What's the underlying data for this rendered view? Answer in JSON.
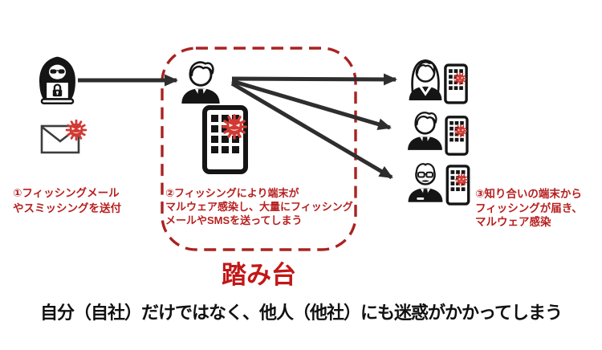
{
  "labels": {
    "step1": {
      "lines": [
        "①フィッシングメール",
        "やスミッシングを送付"
      ]
    },
    "step2": {
      "lines": [
        "②フィッシングにより端末が",
        "マルウェア感染し、大量にフィッシング",
        "メールやSMSを送ってしまう"
      ]
    },
    "step3": {
      "lines": [
        "③知り合いの端末から",
        "フィッシングが届き、",
        "マルウェア感染"
      ]
    },
    "stepping_stone": "踏み台",
    "bottom_message": "自分（自社）だけではなく、他人（他社）にも迷惑がかかってしまう"
  },
  "icons": {
    "hacker-icon": "hooded attacker with sunglasses behind laptop with padlock",
    "malware-mail-icon": "envelope with red virus badge",
    "virus-icon": "red spiky malware ball with evil face",
    "business-person-icon": "business person bust (stepping-stone victim)",
    "infected-phone-icon": "smartphone with app grid and virus badge",
    "woman-icon": "woman bust with long hair",
    "man-icon": "young man bust with quiff hair",
    "elder-man-icon": "older man bust with glasses and mustache",
    "arrow-icon": "black attack-flow arrow",
    "dashed-box-icon": "red dashed rounded rectangle (stepping stone zone)"
  },
  "colors": {
    "background": "#ffffff",
    "icon_ink": "#151515",
    "arrow": "#2e2e2e",
    "dashed_border_red": "#a82321",
    "label_red": "#b71f1f",
    "stepping_stone_red": "#c21717",
    "virus_red": "#d13a34",
    "envelope_stroke": "#3d3d3d"
  }
}
